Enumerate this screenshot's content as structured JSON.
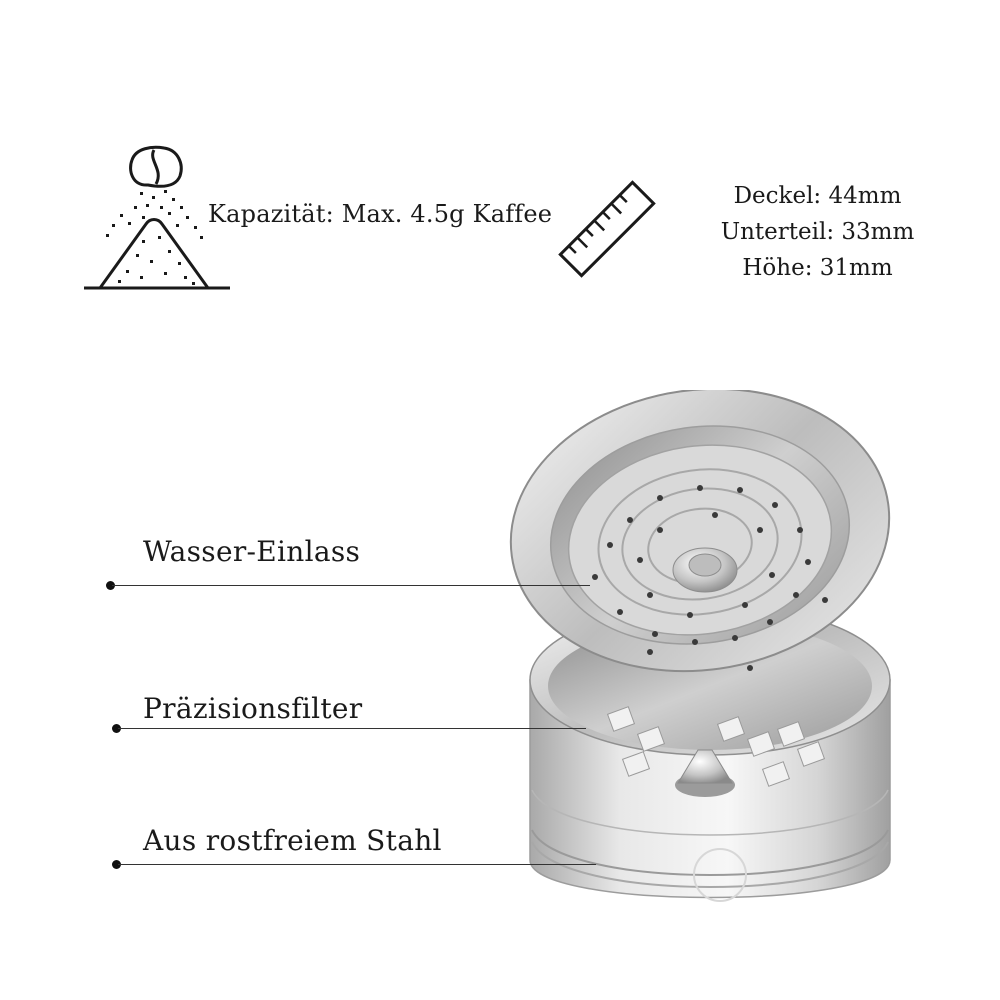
{
  "capacity": {
    "icon": "coffee-bean-grounds-icon",
    "text": "Kapazität: Max. 4.5g Kaffee"
  },
  "dimensions": {
    "icon": "ruler-icon",
    "lid": "Deckel: 44mm",
    "base": "Unterteil: 33mm",
    "height": "Höhe: 31mm"
  },
  "features": [
    {
      "label": "Wasser-Einlass"
    },
    {
      "label": "Präzisionsfilter"
    },
    {
      "label": "Aus rostfreiem Stahl"
    }
  ],
  "product": {
    "name": "stainless-steel-refillable-capsule",
    "metal_color": "#c9c9c9"
  }
}
